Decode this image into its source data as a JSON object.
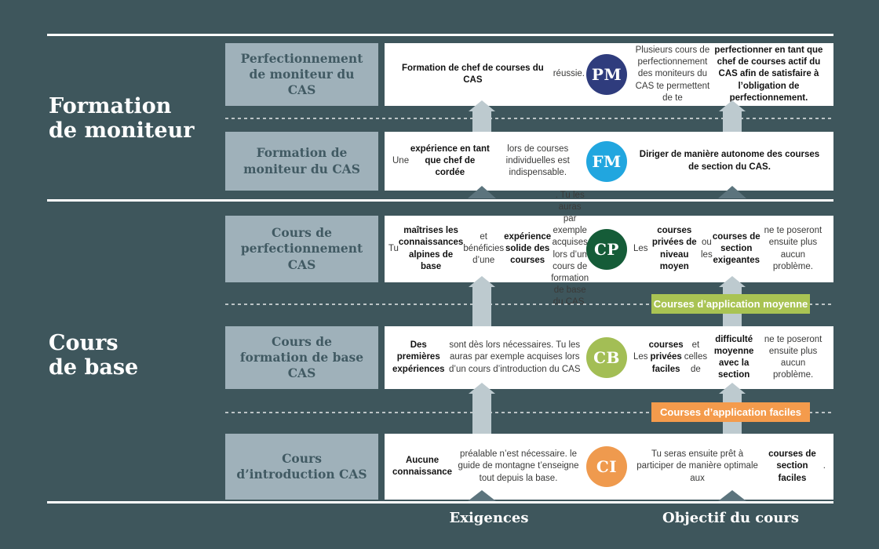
{
  "colors": {
    "background": "#3E565C",
    "label_box": "#9FB1BA",
    "label_text": "#415A63",
    "arrow_light": "#BDCACF",
    "arrow_dark": "#5C747D",
    "line": "#FFFFFF"
  },
  "sections": [
    {
      "line1": "Formation",
      "line2": "de moniteur"
    },
    {
      "line1": "Cours",
      "line2": "de base"
    }
  ],
  "rows": [
    {
      "label": "Perfectionnement de moniteur du CAS",
      "badge": {
        "code": "PM",
        "color": "#2F3C7D"
      },
      "exigence": [
        {
          "t": "Formation de chef de courses du CAS",
          "b": true
        },
        {
          "t": " réussie.",
          "b": false
        }
      ],
      "objectif": [
        {
          "t": "Plusieurs cours de perfectionnement des moniteurs du CAS te permettent de te ",
          "b": false
        },
        {
          "t": "perfectionner en tant que chef de courses actif du CAS afin de satisfaire à l’obligation de perfectionnement.",
          "b": true
        }
      ]
    },
    {
      "label": "Formation de moniteur du CAS",
      "badge": {
        "code": "FM",
        "color": "#21A6DF"
      },
      "exigence": [
        {
          "t": "Une ",
          "b": false
        },
        {
          "t": "expérience en tant que chef de cordée",
          "b": true
        },
        {
          "t": " lors de courses individuelles est indispensable.",
          "b": false
        }
      ],
      "objectif": [
        {
          "t": "Diriger de manière autonome des courses de section du CAS.",
          "b": true
        }
      ]
    },
    {
      "label": "Cours de perfectionnement CAS",
      "badge": {
        "code": "CP",
        "color": "#155C38"
      },
      "exigence": [
        {
          "t": "Tu ",
          "b": false
        },
        {
          "t": "maîtrises les connaissances alpines de base",
          "b": true
        },
        {
          "t": " et bénéficies d’une ",
          "b": false
        },
        {
          "t": "expérience solide des courses",
          "b": true
        },
        {
          "t": ". Tu les auras par exemple acquises lors d’un cours de formation de base du CAS.",
          "b": false
        }
      ],
      "objectif": [
        {
          "t": "Les ",
          "b": false
        },
        {
          "t": "courses privées de niveau moyen",
          "b": true
        },
        {
          "t": " ou les ",
          "b": false
        },
        {
          "t": "courses de section exigeantes",
          "b": true
        },
        {
          "t": " ne te poseront ensuite plus aucun problème.",
          "b": false
        }
      ]
    },
    {
      "label": "Cours de formation de base CAS",
      "badge": {
        "code": "CB",
        "color": "#A3BE55"
      },
      "exigence": [
        {
          "t": "Des premières expériences",
          "b": true
        },
        {
          "t": " sont dès lors nécessaires. Tu les auras par exemple acquises lors d’un cours d’introduction du CAS",
          "b": false
        }
      ],
      "objectif": [
        {
          "t": "Les ",
          "b": false
        },
        {
          "t": "courses privées faciles",
          "b": true
        },
        {
          "t": " et celles de ",
          "b": false
        },
        {
          "t": "difficulté moyenne avec la section",
          "b": true
        },
        {
          "t": " ne te poseront ensuite plus aucun problème.",
          "b": false
        }
      ]
    },
    {
      "label": "Cours d’introduction CAS",
      "badge": {
        "code": "CI",
        "color": "#EF9A4E"
      },
      "exigence": [
        {
          "t": "Aucune connaissance",
          "b": true
        },
        {
          "t": " préalable n’est nécessaire. le guide de montagne t’enseigne tout depuis la base.",
          "b": false
        }
      ],
      "objectif": [
        {
          "t": "Tu seras ensuite prêt à participer de manière optimale aux ",
          "b": false
        },
        {
          "t": "courses de section faciles",
          "b": true
        },
        {
          "t": ".",
          "b": false
        }
      ]
    }
  ],
  "banners": [
    {
      "label": "Courses d’application moyenne",
      "color": "#A9C353"
    },
    {
      "label": "Courses d’application faciles",
      "color": "#F49B4C"
    }
  ],
  "axis": {
    "exigences": "Exigences",
    "objectif": "Objectif du cours"
  }
}
